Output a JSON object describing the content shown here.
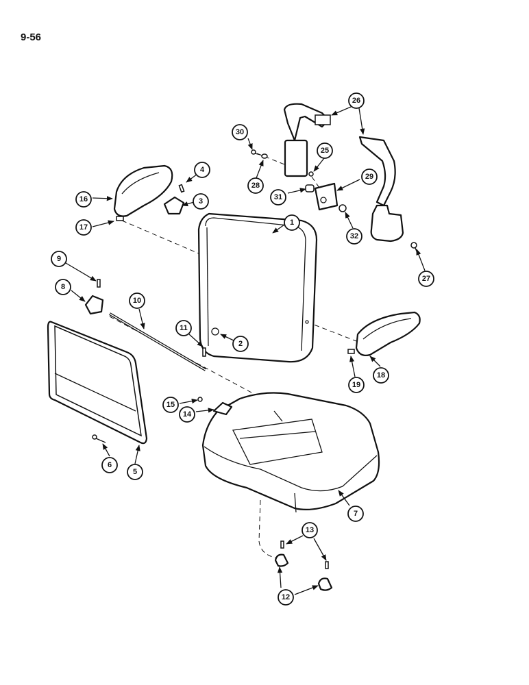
{
  "page": {
    "number": "9-56"
  },
  "colors": {
    "line": "#111111",
    "background": "#ffffff"
  },
  "callouts": {
    "c1": "1",
    "c2": "2",
    "c3": "3",
    "c4": "4",
    "c5": "5",
    "c6": "6",
    "c7": "7",
    "c8": "8",
    "c9": "9",
    "c10": "10",
    "c11": "11",
    "c12a": "12",
    "c13": "13",
    "c14": "14",
    "c15": "15",
    "c16": "16",
    "c17": "17",
    "c18": "18",
    "c19": "19",
    "c25": "25",
    "c26": "26",
    "c27": "27",
    "c28": "28",
    "c29": "29",
    "c30": "30",
    "c31": "31",
    "c32": "32"
  }
}
